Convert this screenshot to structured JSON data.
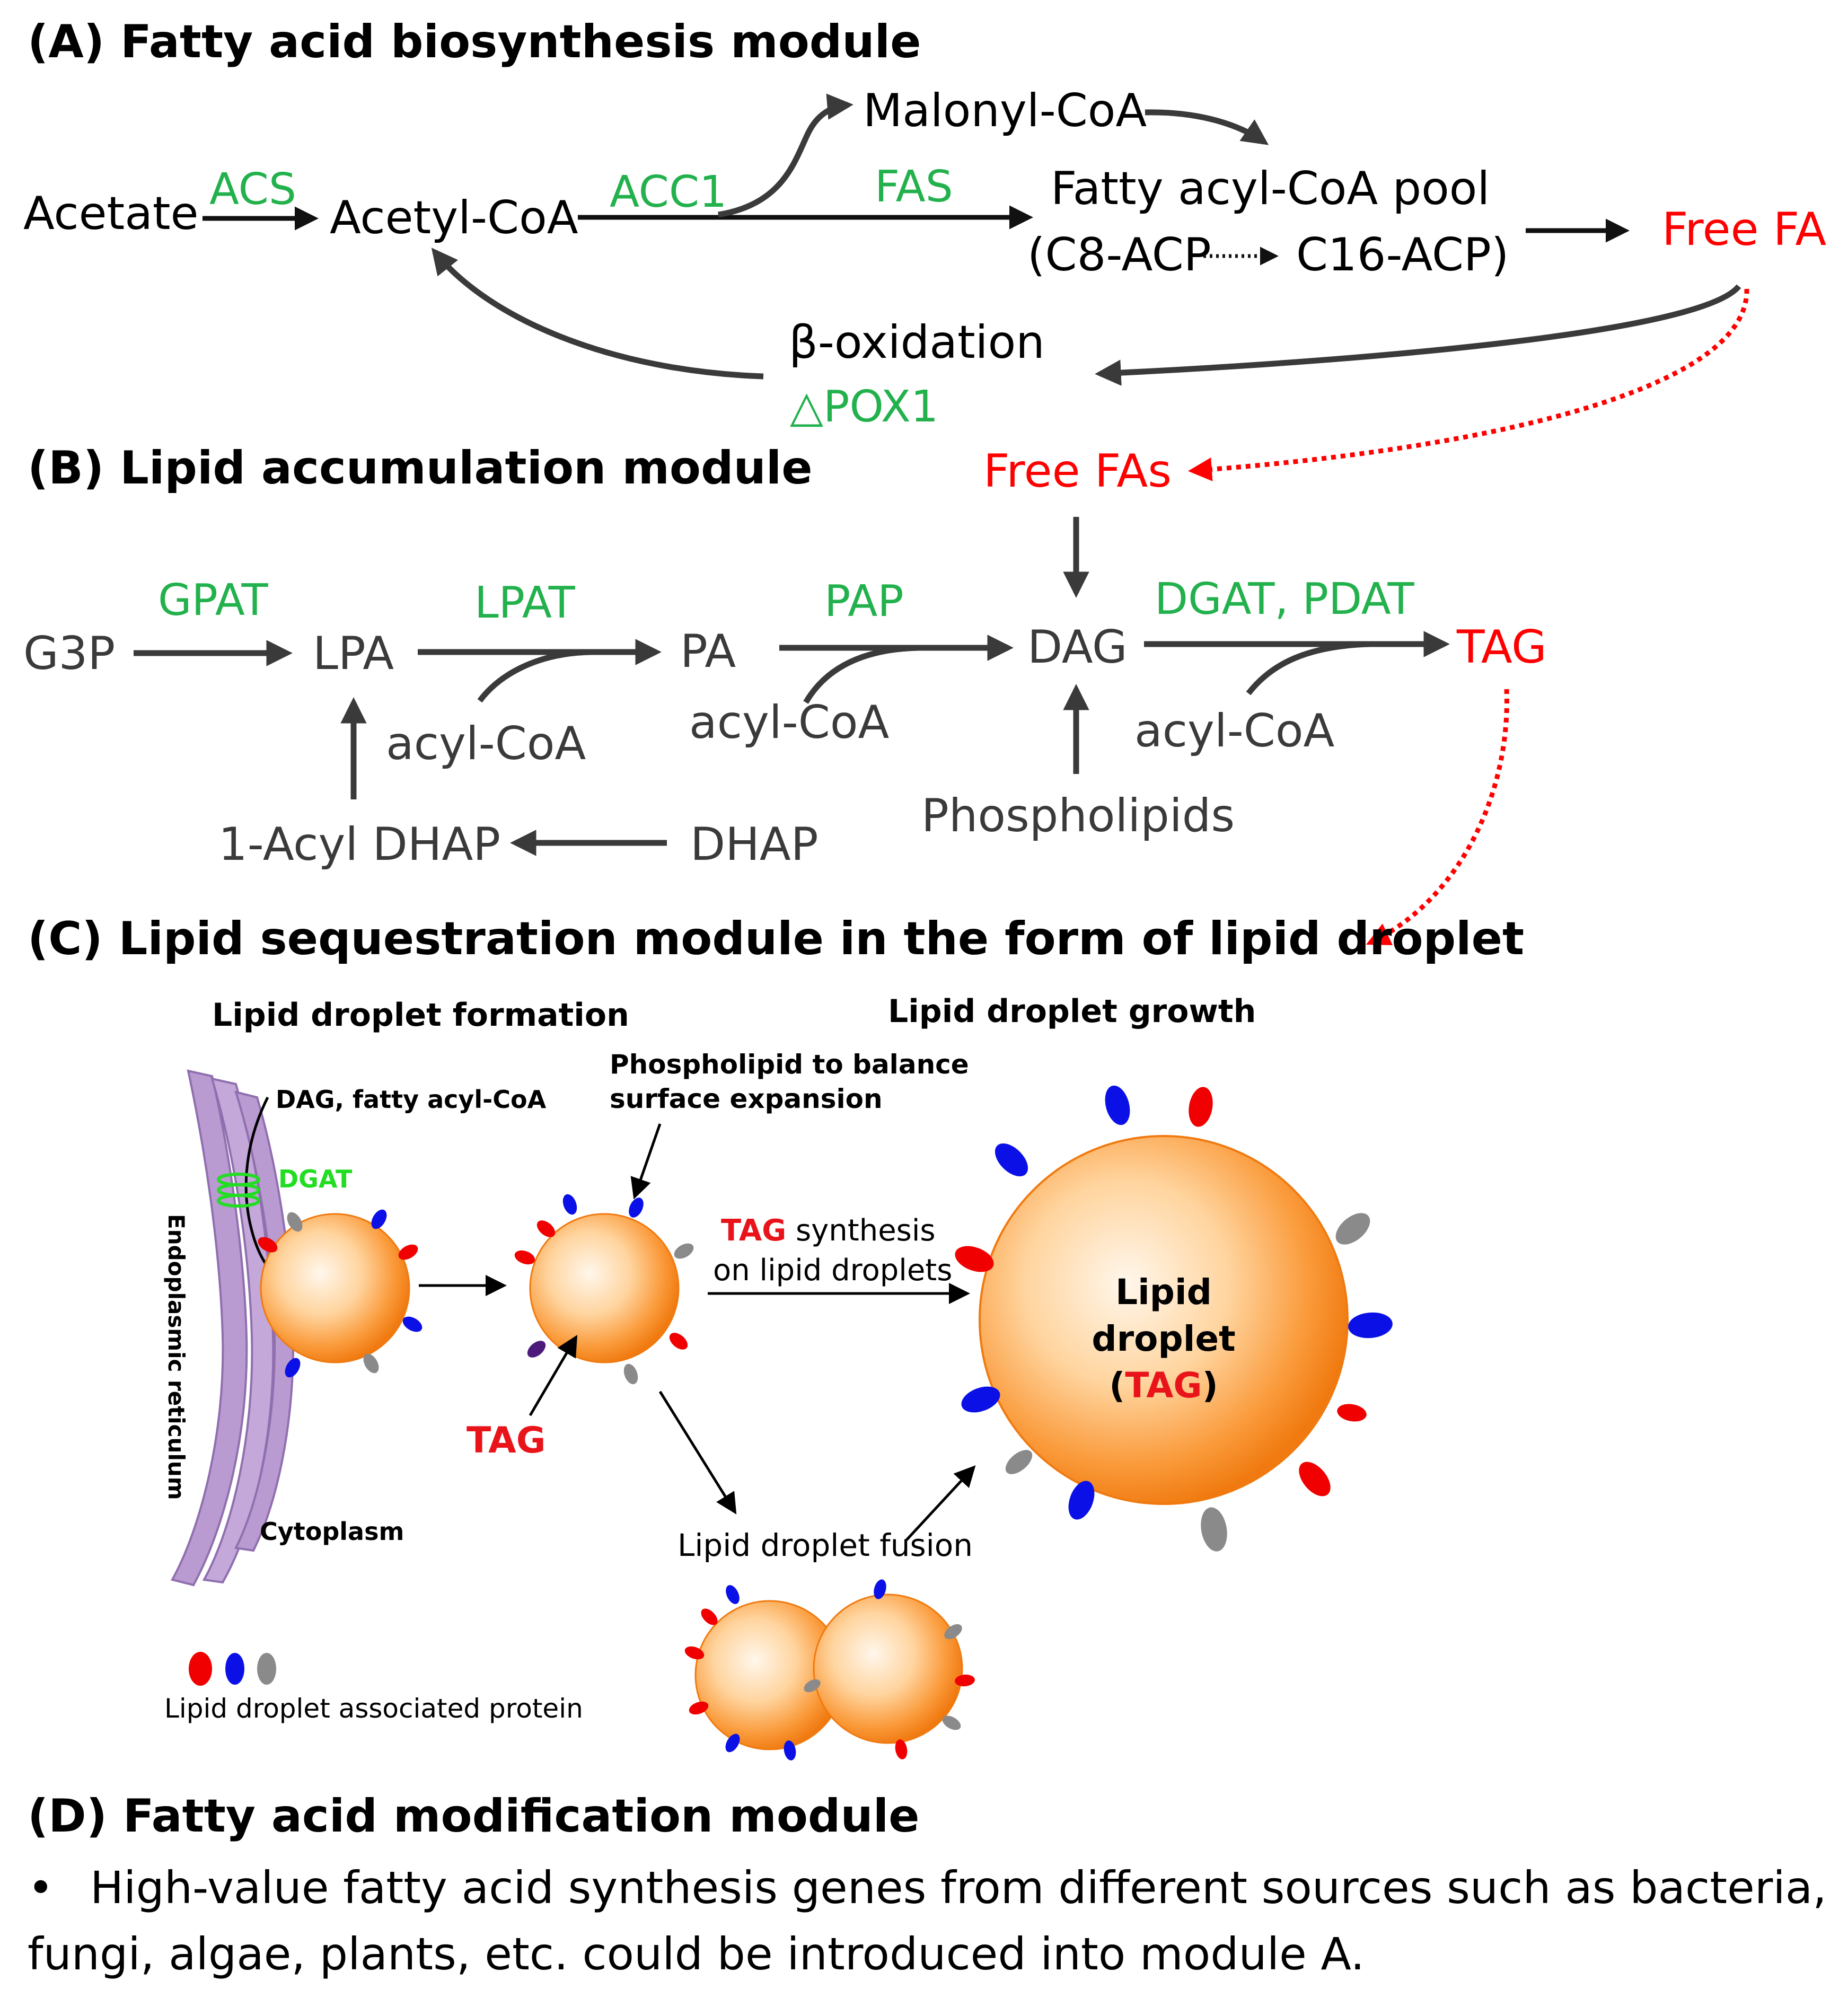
{
  "colors": {
    "enzyme": "#22b14c",
    "highlight": "#ff0000",
    "arrow": "#3a3a3a",
    "droplet_outer": "#f5820f",
    "droplet_inner": "#fff4e6",
    "er": "#b99ad1",
    "protein_red": "#f00000",
    "protein_blue": "#0a10e6",
    "protein_gray": "#8a8a8a"
  },
  "moduleA": {
    "header": "(A) Fatty acid biosynthesis module",
    "acetate": "Acetate",
    "acs": "ACS",
    "acetyl_coa": "Acetyl-CoA",
    "acc1": "ACC1",
    "malonyl_coa": "Malonyl-CoA",
    "fas": "FAS",
    "pool_line1": "Fatty acyl-CoA pool",
    "pool_c8": "(C8-ACP",
    "pool_c16": "C16-ACP)",
    "free_fa": "Free FA",
    "beta_oxidation": "β-oxidation",
    "pox1": "△POX1"
  },
  "moduleB": {
    "header": "(B) Lipid accumulation module",
    "free_fas": "Free FAs",
    "g3p": "G3P",
    "gpat": "GPAT",
    "lpa": "LPA",
    "lpat": "LPAT",
    "pa": "PA",
    "pap": "PAP",
    "dag": "DAG",
    "dgat_pdat": "DGAT, PDAT",
    "tag": "TAG",
    "acyl_coa": "acyl-CoA",
    "phospholipids": "Phospholipids",
    "one_acyl_dhap": "1-Acyl DHAP",
    "dhap": "DHAP"
  },
  "moduleC": {
    "header": "(C) Lipid sequestration module in the form of lipid droplet",
    "formation_title": "Lipid droplet formation",
    "growth_title": "Lipid droplet growth",
    "dag_fatty": "DAG, fatty acyl-CoA",
    "dgat": "DGAT",
    "er_label": "Endoplasmic reticulum",
    "cytoplasm": "Cytoplasm",
    "phospho_line1": "Phospholipid to balance",
    "phospho_line2": "surface expansion",
    "tag_label": "TAG",
    "synthesis_tag": "TAG",
    "synthesis_rest": " synthesis",
    "synthesis_line2": "on lipid droplets",
    "big_line1": "Lipid",
    "big_line2": "droplet",
    "big_open": "(",
    "big_tag": "TAG",
    "big_close": ")",
    "fusion": "Lipid droplet fusion",
    "legend": "Lipid droplet associated protein"
  },
  "moduleD": {
    "header": "(D) Fatty acid modification module",
    "bullet": "•",
    "line1": "High-value fatty acid synthesis genes from different sources such as bacteria,",
    "line2": "fungi, algae, plants, etc. could be introduced into module A."
  }
}
